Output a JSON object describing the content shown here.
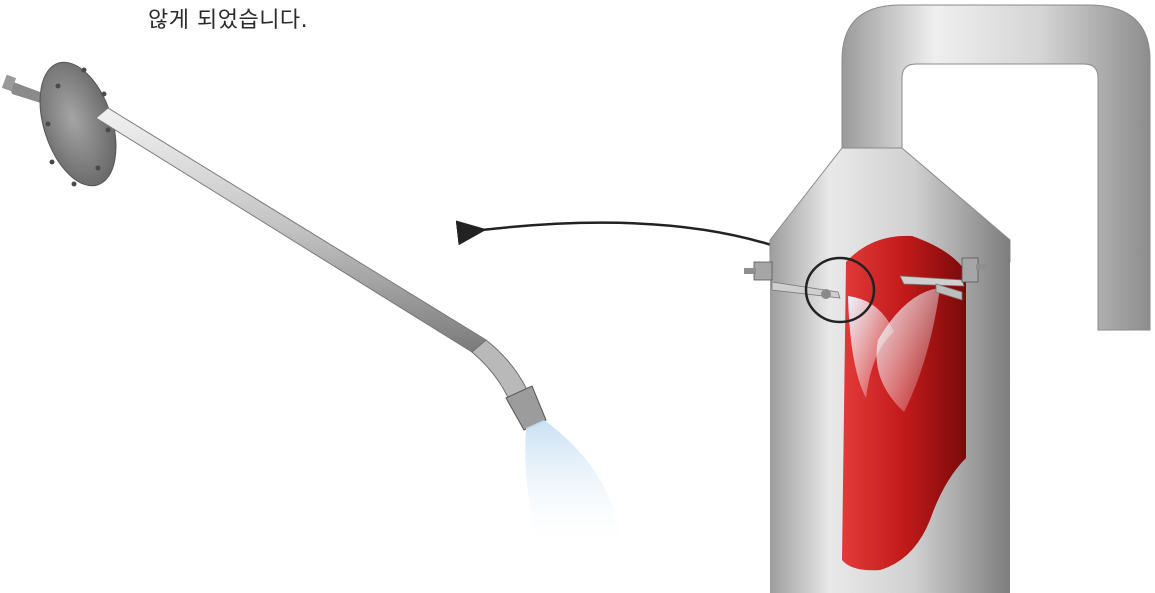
{
  "caption": {
    "text": "않게 되었습니다."
  },
  "colors": {
    "metal_light": "#f0f0f0",
    "metal_mid": "#b8b8b8",
    "metal_dark": "#6f6f6f",
    "interior_red": "#c8102e",
    "spray_blue": "#cfe3f3",
    "arrow": "#222222"
  },
  "icons": {
    "arrow": "curved-arrow-left",
    "callout": "highlight-circle"
  }
}
